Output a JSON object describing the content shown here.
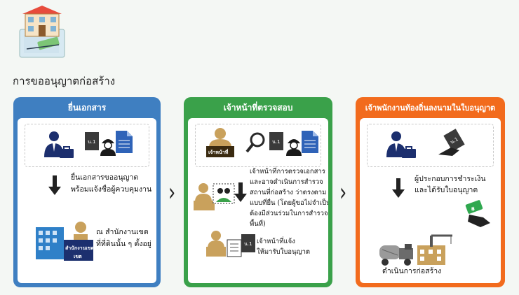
{
  "page": {
    "title": "การขออนุญาตก่อสร้าง"
  },
  "panels": [
    {
      "header": "ยื่นเอกสาร",
      "step1": [
        "ยื่นเอกสารขออนุญาต",
        "พร้อมแจ้งชื่อผู้ควบคุมงาน"
      ],
      "step2": [
        "ณ สำนักงานเขต",
        "ที่ที่ดินนั้น ๆ ตั้งอยู่"
      ],
      "building_label": "สำนักงานเขต",
      "doc_label": "น.1"
    },
    {
      "header": "เจ้าหน้าที่ตรวจสอบ",
      "officer_label": "เจ้าหน้าที่",
      "doc_label": "น.1",
      "step1": [
        "เจ้าหน้าที่การตรวจเอกสาร",
        "และอาจดำเนินการสำรวจ",
        "สถานที่ก่อสร้าง ว่าตรงตาม",
        "แบบที่ยื่น (โดยผู้ขอไม่จำเป็น",
        "ต้องมีส่วนร่วมในการสำรวจ",
        "พื้นที่)"
      ],
      "step2": [
        "เจ้าหน้าที่แจ้ง",
        "ให้มารับใบอนุญาต"
      ]
    },
    {
      "header": "เจ้าพนักงานท้องถิ่นลงนามในใบอนุญาต",
      "doc_label": "น.1",
      "step1": [
        "ผู้ประกอบการชำระเงิน",
        "และได้รับใบอนุญาต"
      ],
      "step2": [
        "ดำเนินการก่อสร้าง"
      ]
    }
  ],
  "colors": {
    "blue": "#3f7fc1",
    "green": "#3aa14a",
    "orange": "#f26b1d",
    "navy": "#1c2f6e",
    "tan": "#c9a15c"
  }
}
